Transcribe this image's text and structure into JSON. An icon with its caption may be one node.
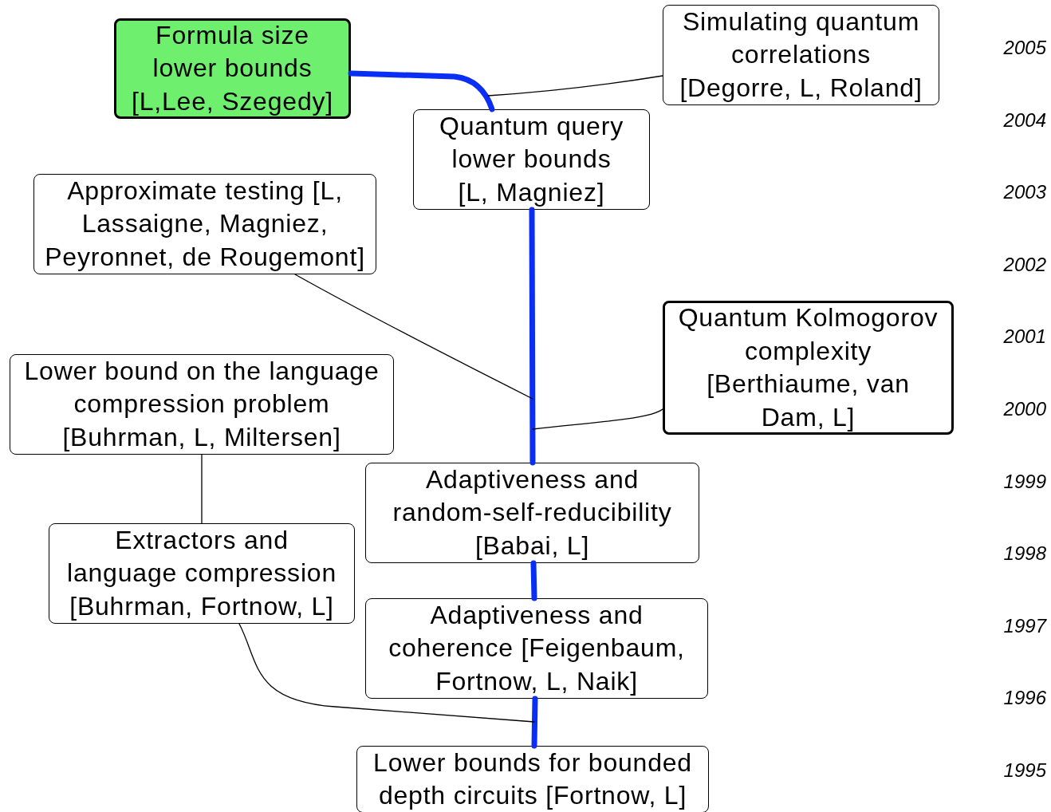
{
  "diagram": {
    "nodes": [
      {
        "text": [
          "Formula size lower bounds [L,Lee, Szegedy]"
        ]
      },
      {
        "text": [
          "Simulating quantum correlations [Degorre, L, Roland]"
        ]
      },
      {
        "text": [
          "Quantum query lower bounds [L, Magniez]"
        ]
      },
      {
        "text": [
          "Approximate testing [L, Lassaigne, Magniez, Peyronnet, de Rougemont]"
        ]
      },
      {
        "text": [
          "Quantum Kolmogorov complexity [Berthiaume, van Dam, L]"
        ]
      },
      {
        "text": [
          "Lower bound on the language compression problem [Buhrman, L, Miltersen]"
        ]
      },
      {
        "text": [
          "Adaptiveness and random-self-reducibility [Babai, L]"
        ]
      },
      {
        "text": [
          "Extractors and language compression [Buhrman, Fortnow, L]"
        ]
      },
      {
        "text": [
          "Adaptiveness and coherence [Feigenbaum, Fortnow, L, Naik]"
        ]
      },
      {
        "text": [
          "Lower bounds for bounded depth circuits [Fortnow, L]"
        ]
      }
    ],
    "edges": [
      {
        "from": 9,
        "to": 8,
        "arrow": "none",
        "style": "thick",
        "color": "#0b2ef5"
      },
      {
        "from": 8,
        "to": 6,
        "arrow": "none",
        "style": "thick",
        "color": "#0b2ef5"
      },
      {
        "from": 6,
        "to": 2,
        "arrow": "none",
        "style": "thick",
        "color": "#0b2ef5"
      },
      {
        "from": 2,
        "to": 0,
        "arrow": "none",
        "style": "thick",
        "color": "#0b2ef5"
      },
      {
        "from": 1,
        "to": 2,
        "arrow": "none"
      },
      {
        "from": 3,
        "to": 6,
        "arrow": "none"
      },
      {
        "from": 4,
        "to": 6,
        "arrow": "none"
      },
      {
        "from": 5,
        "to": 7,
        "arrow": "none"
      },
      {
        "from": 7,
        "to": 9,
        "arrow": "none"
      }
    ],
    "labels": [
      "2005",
      "2004",
      "2003",
      "2002",
      "2001",
      "2000",
      "1999",
      "1998",
      "1997",
      "1996",
      "1995"
    ]
  }
}
